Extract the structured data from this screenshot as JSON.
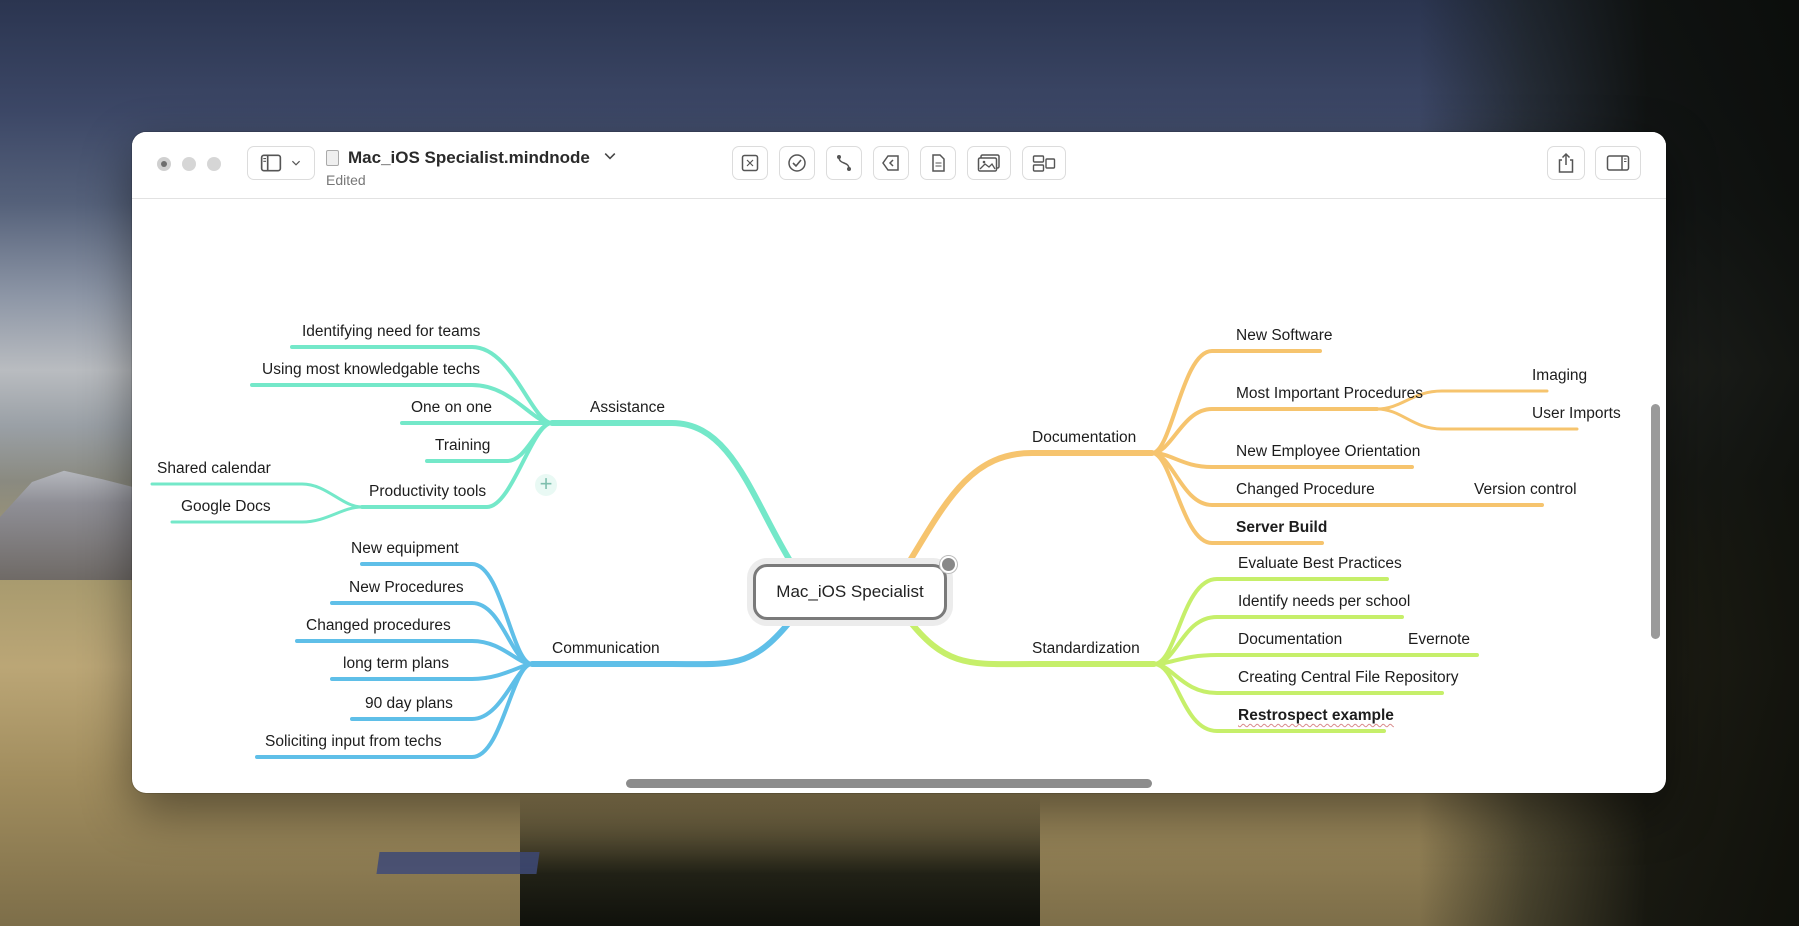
{
  "window": {
    "doc_title": "Mac_iOS Specialist.mindnode",
    "doc_status": "Edited"
  },
  "toolbar": {
    "icons": [
      "sidebar-icon",
      "chevron-down-icon",
      "focus-icon",
      "checkmark-icon",
      "connect-icon",
      "back-arrow-icon",
      "note-icon",
      "image-icon",
      "layout-icon",
      "share-icon",
      "inspector-icon"
    ]
  },
  "mindmap": {
    "root": "Mac_iOS Specialist",
    "colors": {
      "assistance": "#74e8c9",
      "communication": "#5fbfe8",
      "documentation": "#f6c46e",
      "standardization": "#c6ef6a"
    },
    "assistance": {
      "label": "Assistance",
      "children": [
        "Identifying need for teams",
        "Using most knowledgable techs",
        "One on one",
        "Training"
      ],
      "productivity": {
        "label": "Productivity tools",
        "children": [
          "Shared calendar",
          "Google Docs"
        ]
      }
    },
    "communication": {
      "label": "Communication",
      "children": [
        "New equipment",
        "New Procedures",
        "Changed procedures",
        "long term plans",
        "90 day plans",
        "Soliciting input from techs"
      ]
    },
    "documentation": {
      "label": "Documentation",
      "new_software": "New Software",
      "procedures": {
        "label": "Most Important Procedures",
        "children": [
          "Imaging",
          "User Imports"
        ]
      },
      "orientation": "New Employee Orientation",
      "changed": {
        "label": "Changed Procedure",
        "child": "Version control"
      },
      "server": "Server Build"
    },
    "standardization": {
      "label": "Standardization",
      "best_practices": "Evaluate Best Practices",
      "needs": "Identify needs per school",
      "documentation": {
        "label": "Documentation",
        "child": "Evernote"
      },
      "repository": "Creating Central File Repository",
      "restrospect": "Restrospect example"
    }
  }
}
